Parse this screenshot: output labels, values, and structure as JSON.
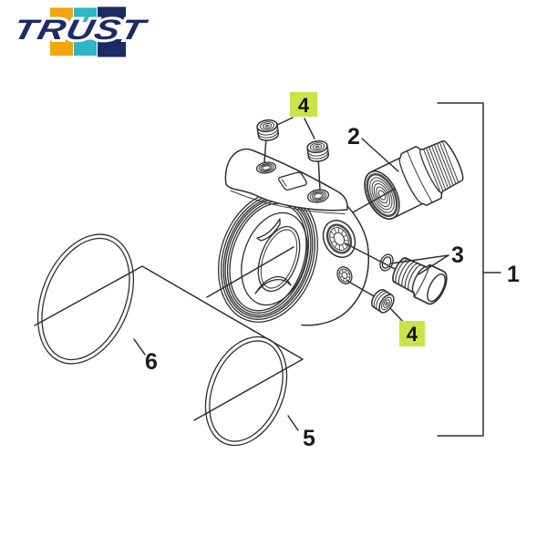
{
  "logo": {
    "brand": "TRUST",
    "block_colors": {
      "amber": "#F3A50A",
      "teal": "#2EB6C3",
      "navy": "#1C2B66"
    },
    "text_color": "#1C2B66"
  },
  "diagram": {
    "line_color": "#2F2F2F",
    "highlight_color": "#CBE348",
    "callouts": {
      "c1": "1",
      "c2": "2",
      "c3": "3",
      "c4_top": "4",
      "c4_bottom": "4",
      "c5": "5",
      "c6": "6"
    }
  }
}
